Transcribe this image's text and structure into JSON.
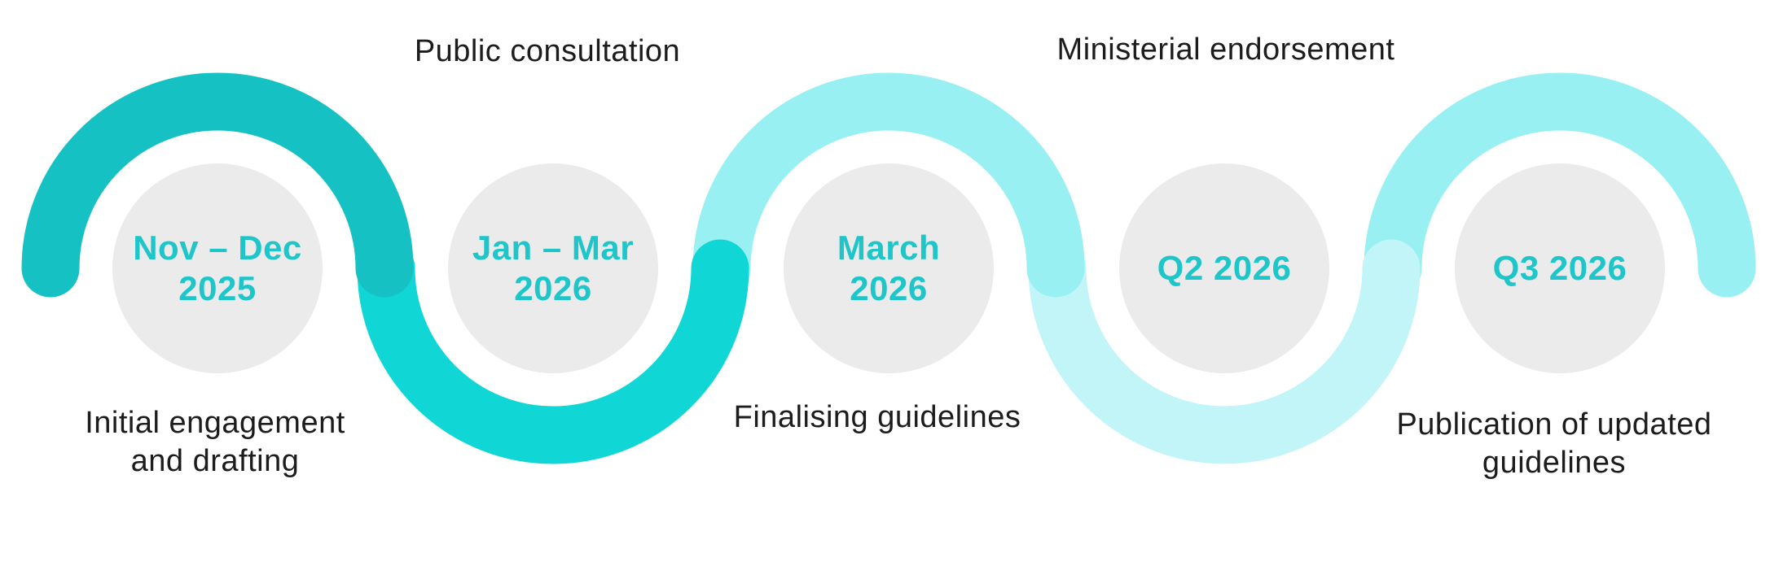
{
  "diagram": {
    "type": "timeline-wave",
    "milestones": [
      {
        "date_lines": [
          "Nov – Dec",
          "2025"
        ],
        "label": "Initial engagement and drafting",
        "label_position": "below"
      },
      {
        "date_lines": [
          "Jan – Mar",
          "2026"
        ],
        "label": "Public consultation",
        "label_position": "above"
      },
      {
        "date_lines": [
          "March",
          "2026"
        ],
        "label": "Finalising guidelines",
        "label_position": "below"
      },
      {
        "date_lines": [
          "Q2 2026"
        ],
        "label": "Ministerial endorsement",
        "label_position": "above"
      },
      {
        "date_lines": [
          "Q3 2026"
        ],
        "label": "Publication of updated guidelines",
        "label_position": "below"
      }
    ],
    "colors": {
      "wave_segments": [
        "#15C1C2",
        "#10D7D6",
        "#99F0F2",
        "#C1F5F8",
        "#99F0F2"
      ],
      "circle_fill": "#EBEBEB",
      "date_text": "#1EC6CA",
      "label_text": "#1C1C1C",
      "background": "#FFFFFF"
    }
  }
}
